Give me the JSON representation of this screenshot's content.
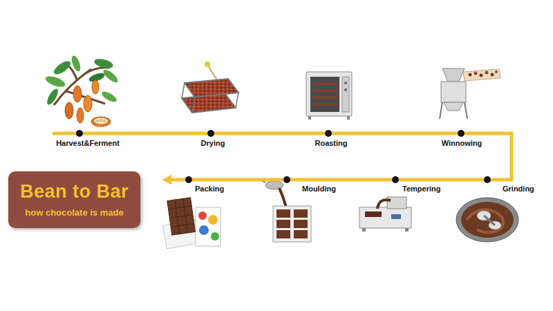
{
  "diagram": {
    "nodes": [
      {
        "text": [
          "Bean to Bar",
          "how chocolate is made"
        ]
      },
      {
        "text": [
          "Harvest&Ferment"
        ]
      },
      {
        "text": [
          "Drying"
        ]
      },
      {
        "text": [
          "Roasting"
        ]
      },
      {
        "text": [
          "Winnowing"
        ]
      },
      {
        "text": [
          "Grinding"
        ]
      },
      {
        "text": [
          "Tempering"
        ]
      },
      {
        "text": [
          "Moulding"
        ]
      },
      {
        "text": [
          "Packing"
        ]
      }
    ],
    "edges": [
      {
        "from": 1,
        "to": 2,
        "arrow": "none"
      },
      {
        "from": 2,
        "to": 3,
        "arrow": "none"
      },
      {
        "from": 3,
        "to": 4,
        "arrow": "none"
      },
      {
        "from": 4,
        "to": 5,
        "arrow": "none"
      },
      {
        "from": 5,
        "to": 6,
        "arrow": "none"
      },
      {
        "from": 6,
        "to": 7,
        "arrow": "none"
      },
      {
        "from": 7,
        "to": 8,
        "arrow": "none"
      }
    ]
  }
}
